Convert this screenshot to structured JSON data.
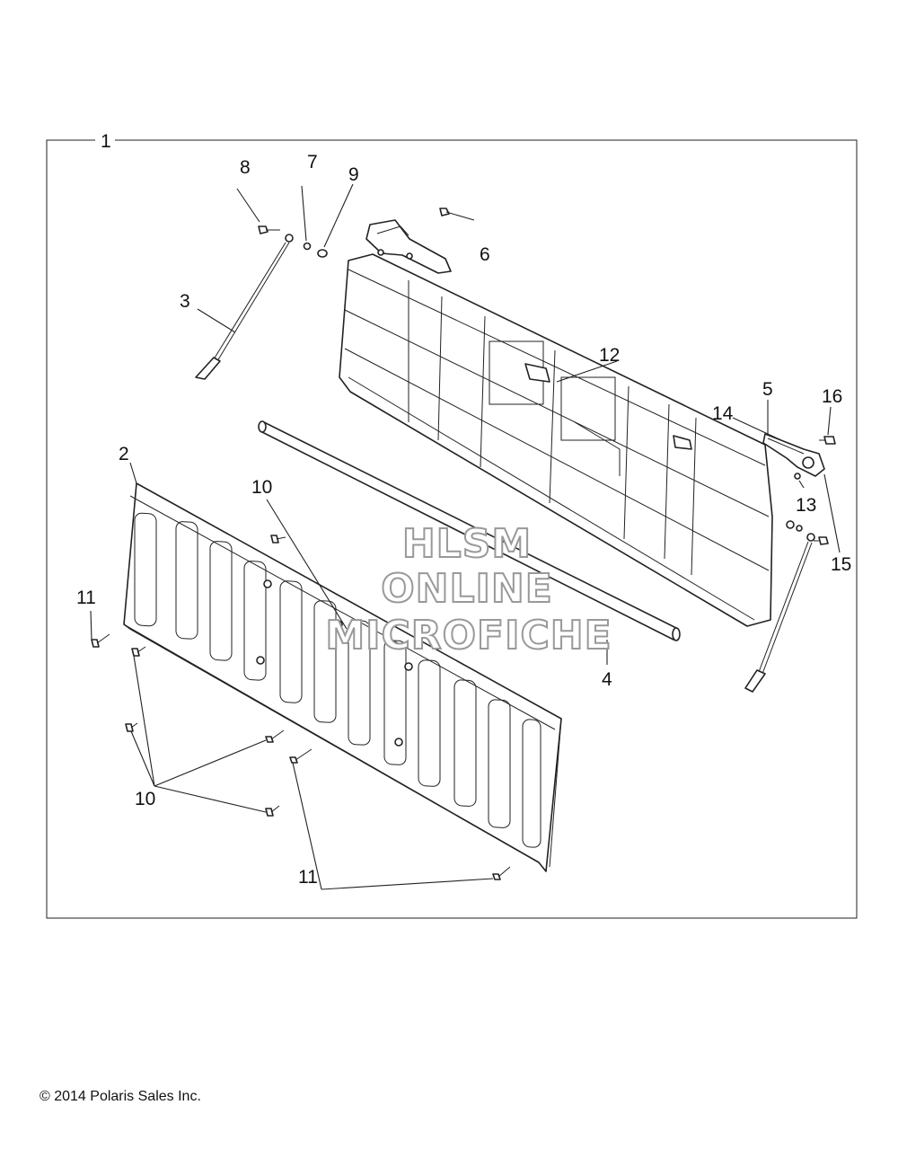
{
  "diagram": {
    "callouts": [
      "1",
      "2",
      "3",
      "4",
      "5",
      "6",
      "7",
      "8",
      "9",
      "10",
      "11",
      "12",
      "13",
      "14",
      "15",
      "16"
    ],
    "callout_10_repeat": "10",
    "callout_11_repeat": "11"
  },
  "watermark": {
    "line1": "HLSM",
    "line2": "ONLINE",
    "line3": "MICROFICHE"
  },
  "footer": {
    "copyright": "© 2014 Polaris Sales Inc."
  }
}
